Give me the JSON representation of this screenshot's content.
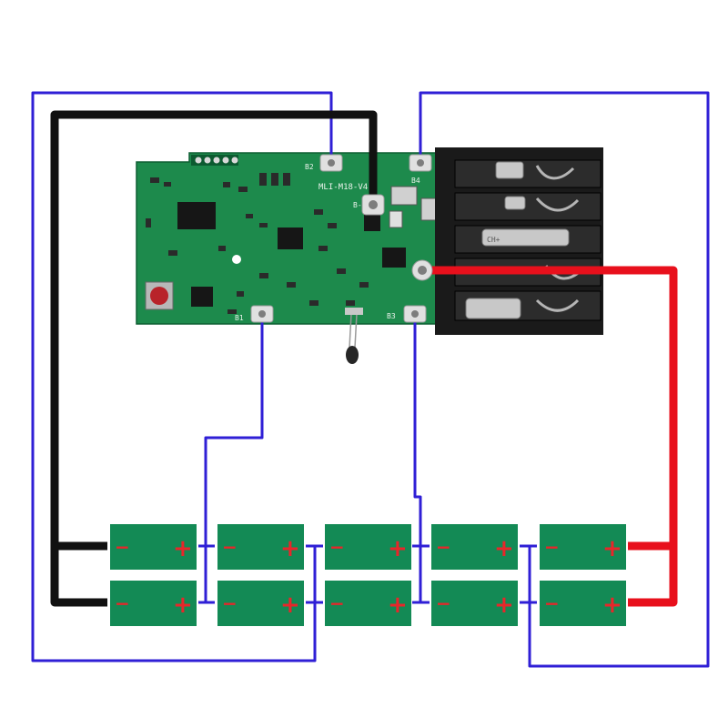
{
  "board": {
    "model": "MLI-M18-V4",
    "pads": {
      "b2": "B2",
      "b4": "B4",
      "b1": "B1",
      "b3": "B3",
      "bminus": "B-"
    },
    "conn_ch": "CH+"
  },
  "cells": {
    "minus": "−",
    "plus": "+",
    "count": 10,
    "rows": 2,
    "columns": 5
  },
  "colors": {
    "pcb": "#1d8a4c",
    "cell": "#138a55",
    "wire_blue": "#2f1fd6",
    "wire_black": "#111111",
    "wire_red": "#e8101c",
    "terminal": "#e8262a",
    "connector": "#1a1a1a"
  }
}
